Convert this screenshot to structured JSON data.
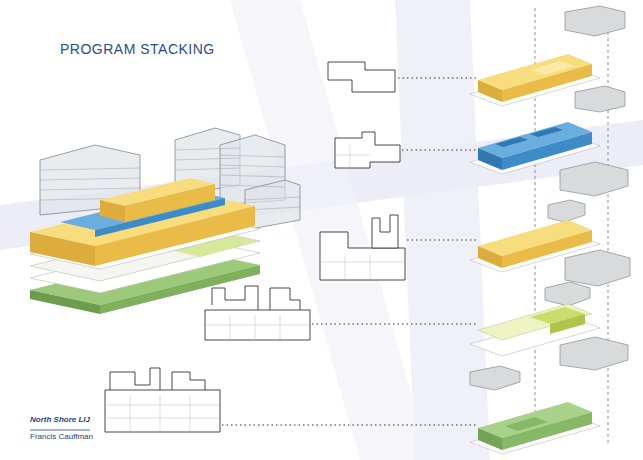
{
  "diagram": {
    "title": "PROGRAM STACKING",
    "labels": [
      "North Shore LIJ",
      "Francis Cauffman"
    ]
  }
}
